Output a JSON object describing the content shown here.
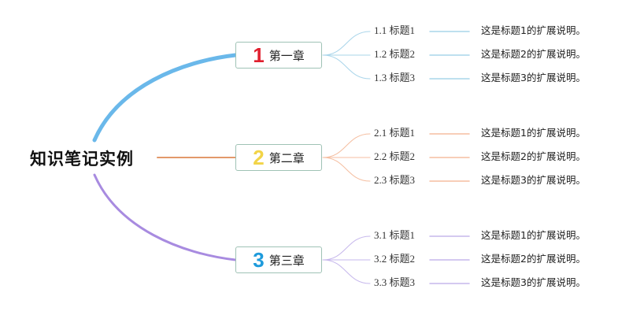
{
  "root": {
    "title": "知识笔记实例"
  },
  "chapters": [
    {
      "number": "1",
      "label": "第一章",
      "number_color": "#e0202e",
      "branch_color": "#6ab8ea",
      "sub_color": "#a9d5ea",
      "items": [
        {
          "title": "1.1 标题1",
          "desc": "这是标题1的扩展说明。"
        },
        {
          "title": "1.2 标题2",
          "desc": "这是标题2的扩展说明。"
        },
        {
          "title": "1.3 标题3",
          "desc": "这是标题3的扩展说明。"
        }
      ]
    },
    {
      "number": "2",
      "label": "第二章",
      "number_color": "#f2d447",
      "branch_color": "#e3996a",
      "sub_color": "#f5bea0",
      "items": [
        {
          "title": "2.1 标题1",
          "desc": "这是标题1的扩展说明。"
        },
        {
          "title": "2.2 标题2",
          "desc": "这是标题2的扩展说明。"
        },
        {
          "title": "2.3 标题3",
          "desc": "这是标题3的扩展说明。"
        }
      ]
    },
    {
      "number": "3",
      "label": "第三章",
      "number_color": "#1e9bdc",
      "branch_color": "#a88be0",
      "sub_color": "#c6b7ec",
      "items": [
        {
          "title": "3.1 标题1",
          "desc": "这是标题1的扩展说明。"
        },
        {
          "title": "3.2 标题2",
          "desc": "这是标题2的扩展说明。"
        },
        {
          "title": "3.3 标题3",
          "desc": "这是标题3的扩展说明。"
        }
      ]
    }
  ]
}
